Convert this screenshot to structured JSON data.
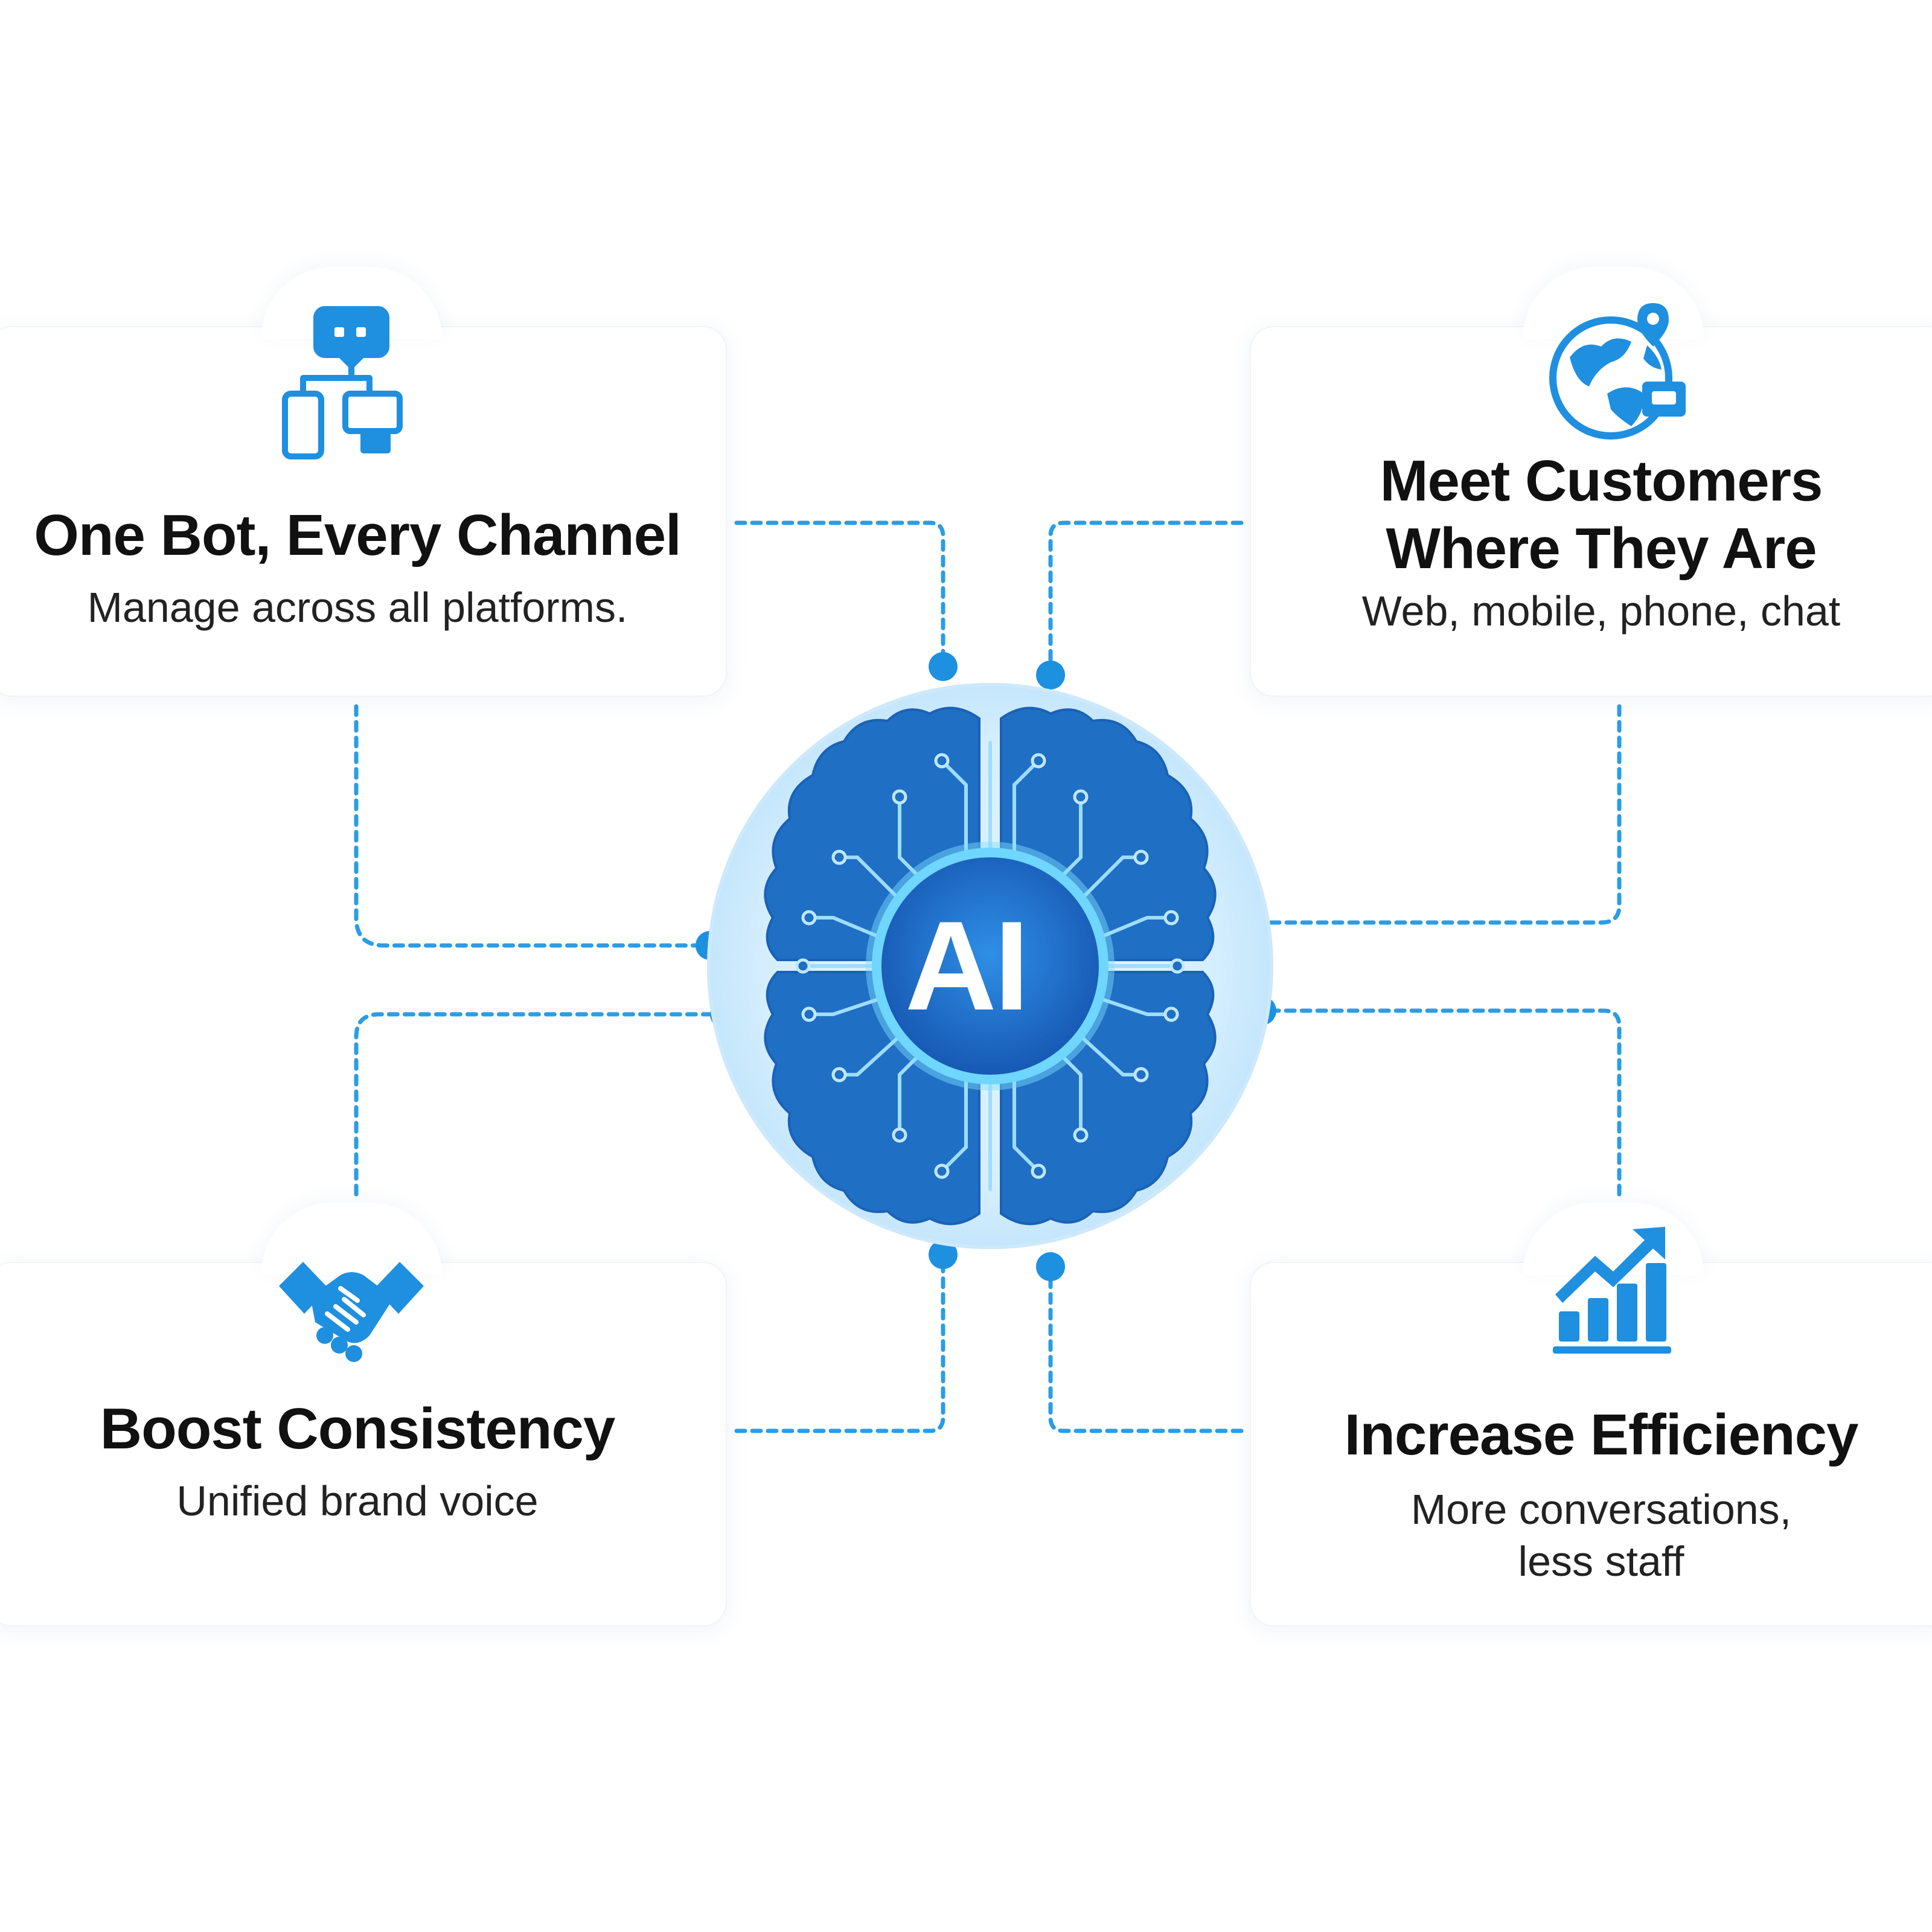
{
  "center": {
    "label": "AI"
  },
  "cards": {
    "top_left": {
      "title": "One Bot, Every Channel",
      "text": "Manage across all platforms."
    },
    "top_right": {
      "title_line1": "Meet Customers",
      "title_line2": "Where They Are",
      "text": "Web, mobile, phone, chat"
    },
    "bottom_left": {
      "title": "Boost Consistency",
      "text": "Unified brand voice"
    },
    "bottom_right": {
      "title": "Increase Efficiency",
      "text_line1": "More conversations,",
      "text_line2": "less staff"
    }
  },
  "colors": {
    "primary_blue": "#1f6fc4",
    "light_blue": "#2b9be3",
    "glow": "#7fe0ff",
    "connector": "#2a9de6"
  },
  "icons": {
    "top_left": "multi-device-chat-icon",
    "top_right": "globe-location-icon",
    "bottom_left": "handshake-icon",
    "bottom_right": "growth-chart-icon",
    "center": "ai-brain-circuit-icon"
  }
}
